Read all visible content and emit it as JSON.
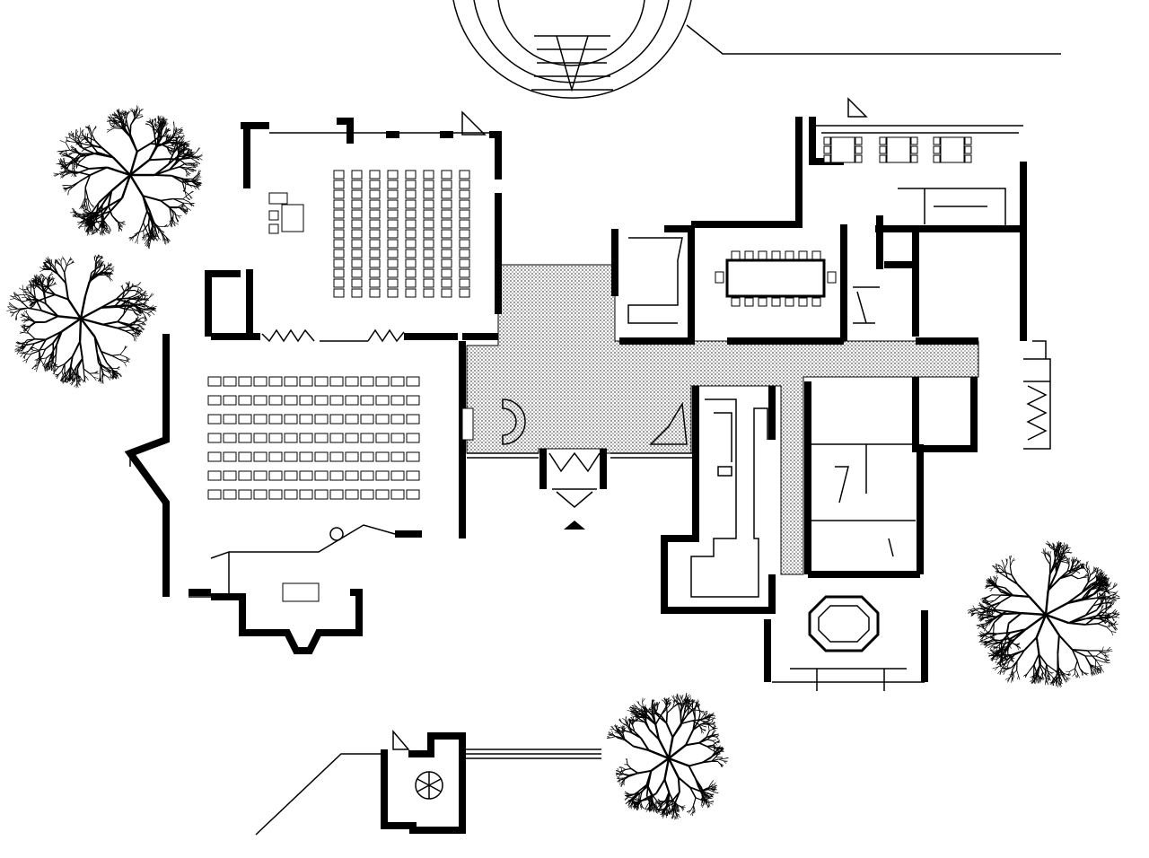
{
  "colors": {
    "ink": "#000000",
    "paper": "#ffffff",
    "stipple": "#bdbdbd"
  },
  "upper_hall": {
    "seat_columns": 8,
    "seat_rows": 13
  },
  "lower_hall": {
    "seat_columns": 14,
    "seat_rows": 7
  },
  "conference_room": {
    "chairs_per_side": 7
  },
  "trees": 4
}
